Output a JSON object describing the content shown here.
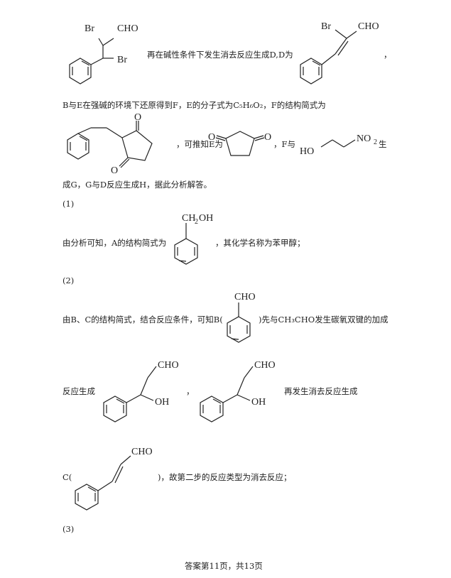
{
  "line1_text": "再在碱性条件下发生消去反应生成D,D为",
  "line1_comma": "，",
  "line2_text": "B与E在强碱的环境下还原得到F，E的分子式为C₅H₆O₂，F的结构简式为",
  "line3_text1": "，可推知E为",
  "line3_text2": "，F与",
  "line3_text3": "生",
  "line4_text": "成G，G与D反应生成H，据此分析解答。",
  "q1_marker": "(1)",
  "q1_text1": "由分析可知，A的结构简式为",
  "q1_text2": "，其化学名称为苯甲醇；",
  "q2_marker": "(2)",
  "q2_text1": "由B、C的结构简式，结合反应条件，可知B(",
  "q2_text2": ")先与CH₃CHO发生碳氧双键的加成",
  "q2_text3": "反应生成",
  "q2_text4": "，",
  "q2_text5": "再发生消去反应生成",
  "q2_text6": "C(",
  "q2_text7": ")，故第二步的反应类型为消去反应；",
  "q3_marker": "(3)",
  "footer": "答案第11页，共13页",
  "labels": {
    "br": "Br",
    "cho": "CHO",
    "o": "O",
    "no2": "NO",
    "no2_sub": "2",
    "ho": "HO",
    "oh": "OH",
    "ch2oh": "CH",
    "ch2oh_sub": "2",
    "ch2oh_end": "OH"
  }
}
